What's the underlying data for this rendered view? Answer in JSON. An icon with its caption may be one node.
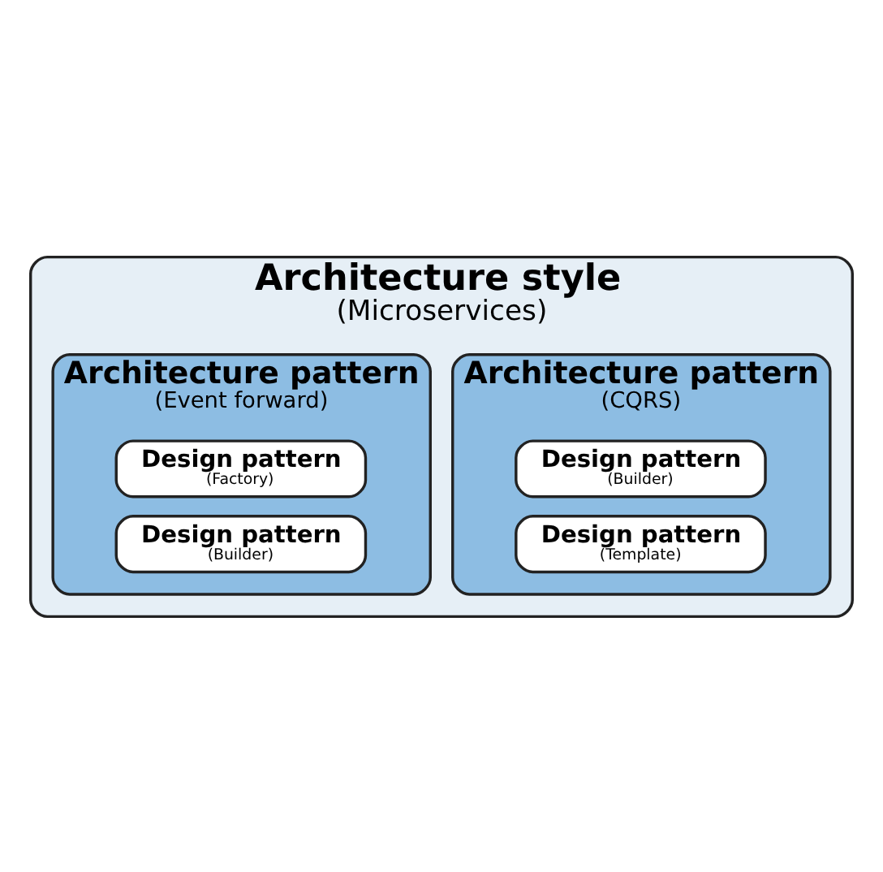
{
  "diagram": {
    "nodes": [
      {
        "text": [
          "Architecture style",
          "(Microservices)"
        ]
      },
      {
        "text": [
          "Architecture pattern",
          "(CQRS)"
        ],
        "in": 0
      },
      {
        "text": [
          "Design pattern",
          "(Builder)"
        ],
        "in": 1
      },
      {
        "text": [
          "Design pattern",
          "(Template)"
        ],
        "in": 1
      },
      {
        "text": [
          "Architecture pattern",
          "(Event forward)"
        ],
        "in": 0
      },
      {
        "text": [
          "Design pattern",
          "(Factory)"
        ],
        "in": 4
      },
      {
        "text": [
          "Design pattern",
          "(Builder)"
        ],
        "in": 4
      }
    ]
  }
}
